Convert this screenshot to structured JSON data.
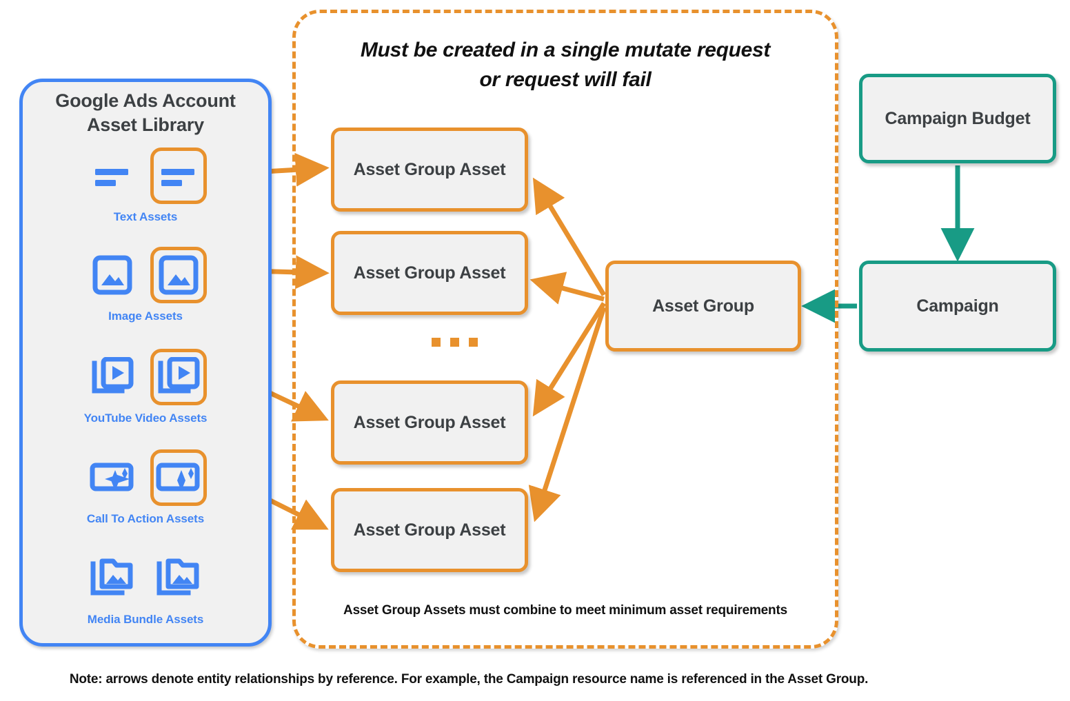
{
  "library": {
    "title_line1": "Google Ads Account",
    "title_line2": "Asset Library",
    "border_color": "#4285f4",
    "label_color": "#4285f4",
    "items": [
      {
        "label": "Text Assets",
        "icon": "text-asset-icon"
      },
      {
        "label": "Image Assets",
        "icon": "image-asset-icon"
      },
      {
        "label": "YouTube Video  Assets",
        "icon": "youtube-video-asset-icon"
      },
      {
        "label": "Call To Action Assets",
        "icon": "call-to-action-asset-icon"
      },
      {
        "label": "Media Bundle  Assets",
        "icon": "media-bundle-asset-icon"
      }
    ]
  },
  "mutate_container": {
    "heading_line1": "Must be created in a single mutate request",
    "heading_line2": "or request will fail",
    "footnote": "Asset Group Assets must combine to meet minimum asset requirements",
    "border_color": "#e8912d",
    "border_style": "dashed"
  },
  "nodes": {
    "asset_group_assets": [
      {
        "label": "Asset Group Asset"
      },
      {
        "label": "Asset Group Asset"
      },
      {
        "label": "Asset Group Asset"
      },
      {
        "label": "Asset Group Asset"
      }
    ],
    "asset_group": {
      "label": "Asset Group",
      "border_color": "#e8912d"
    },
    "campaign_budget": {
      "label": "Campaign Budget",
      "border_color": "#189b85"
    },
    "campaign": {
      "label": "Campaign",
      "border_color": "#189b85"
    }
  },
  "ellipsis": "...",
  "note": "Note: arrows denote entity relationships by reference. For example, the Campaign resource name is referenced in the Asset Group.",
  "colors": {
    "orange": "#e8912d",
    "teal": "#189b85",
    "blue": "#4285f4",
    "node_fill": "#f1f1f1",
    "text_dark": "#3c4043"
  }
}
